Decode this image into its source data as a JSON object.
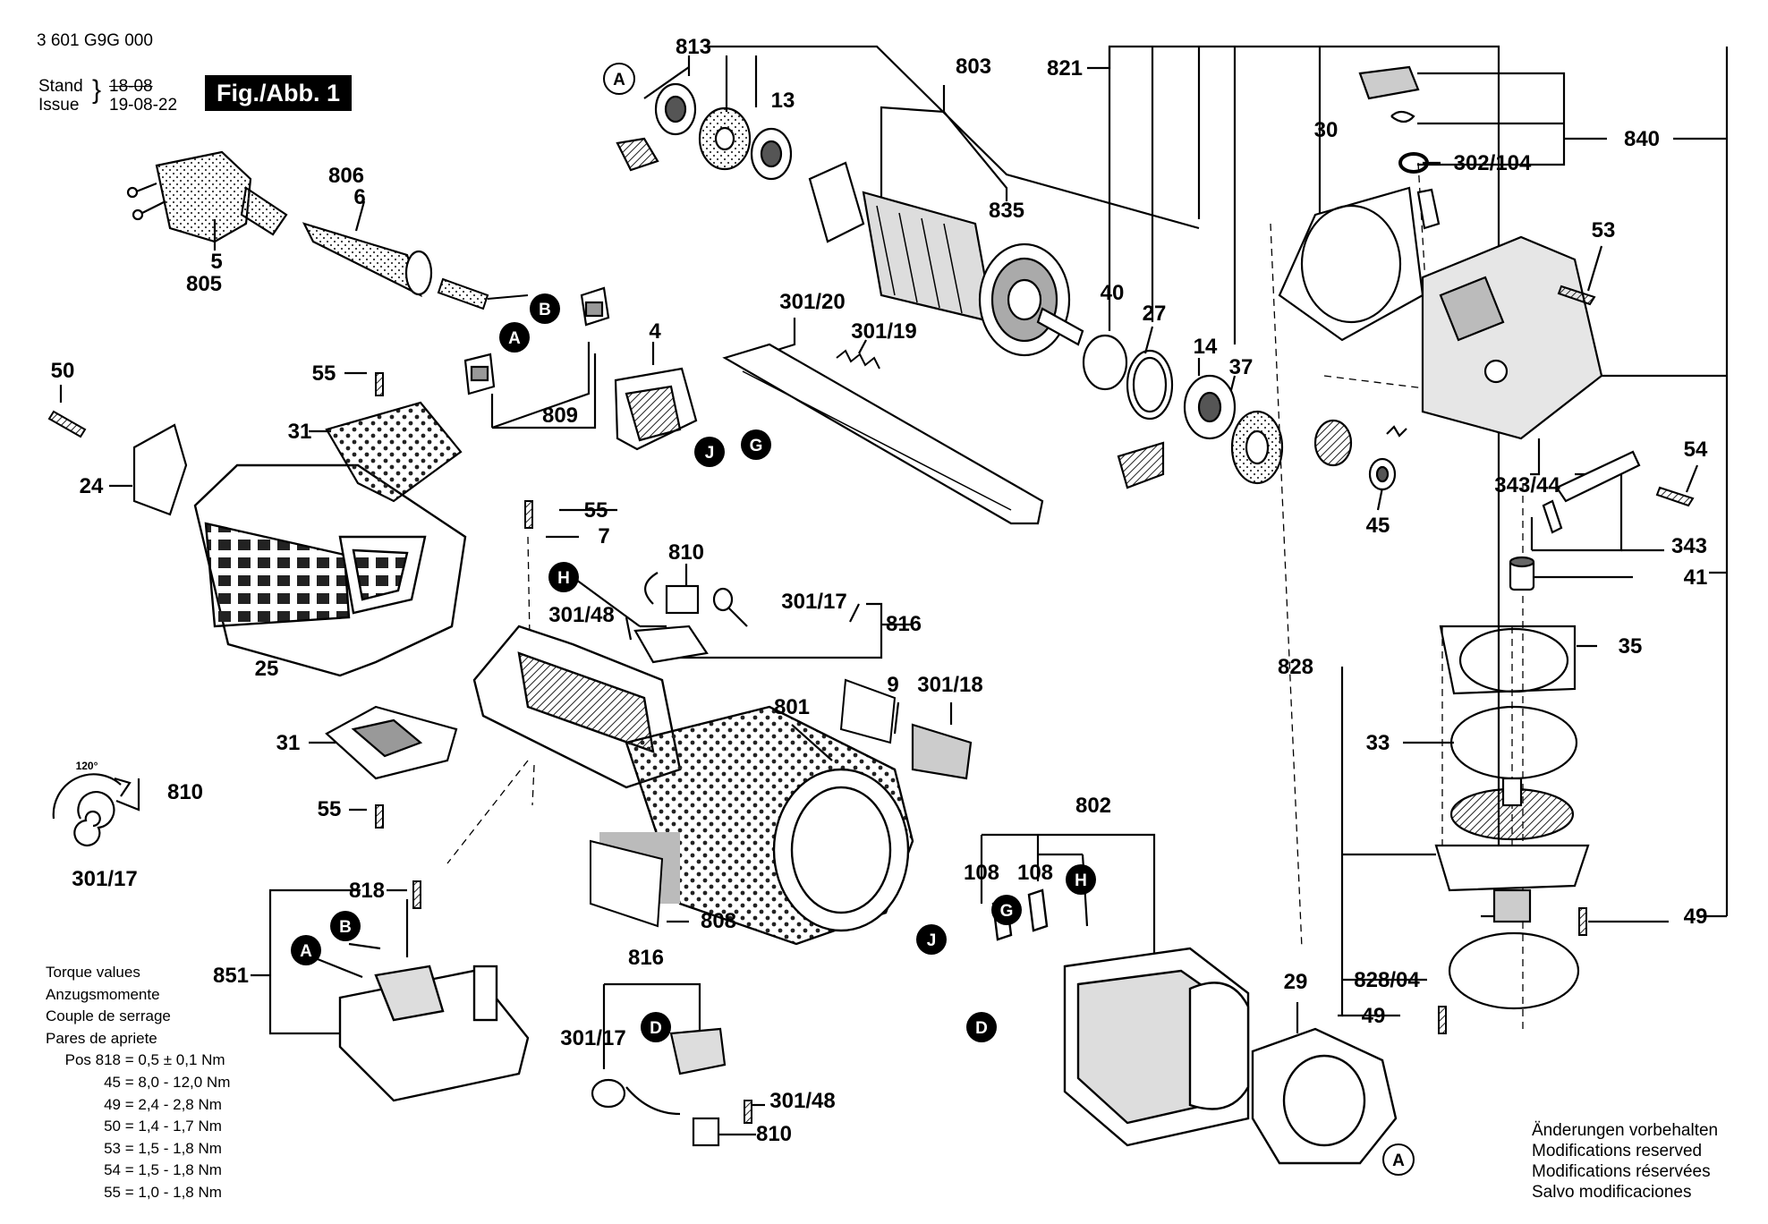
{
  "header": {
    "part_number": "3 601 G9G 000",
    "stand_label": "Stand",
    "issue_label": "Issue",
    "stand_date": "18-08",
    "issue_date": "19-08-22",
    "figure_title": "Fig./Abb. 1"
  },
  "torque": {
    "title_lines": [
      "Torque values",
      "Anzugsmomente",
      "Couple de serrage",
      "Pares de apriete"
    ],
    "rows": [
      {
        "pos": "Pos 818",
        "value": "0,5 ± 0,1 Nm"
      },
      {
        "pos": "45",
        "value": "8,0 - 12,0 Nm"
      },
      {
        "pos": "49",
        "value": "2,4 - 2,8 Nm"
      },
      {
        "pos": "50",
        "value": "1,4 - 1,7 Nm"
      },
      {
        "pos": "53",
        "value": "1,5 - 1,8 Nm"
      },
      {
        "pos": "54",
        "value": "1,5 - 1,8 Nm"
      },
      {
        "pos": "55",
        "value": "1,0 - 1,8 Nm"
      }
    ]
  },
  "notice_lines": [
    "Änderungen vorbehalten",
    "Modifications reserved",
    "Modifications réservées",
    "Salvo modificaciones"
  ],
  "angle_label": "120°",
  "part_labels": {
    "p813": "813",
    "p803": "803",
    "p821": "821",
    "p840": "840",
    "p13": "13",
    "p806": "806",
    "p6": "6",
    "p5": "5",
    "p805": "805",
    "p835": "835",
    "p30": "30",
    "p302_104": "302/104",
    "p53": "53",
    "p40": "40",
    "p27": "27",
    "p14": "14",
    "p37": "37",
    "p301_20": "301/20",
    "p301_19": "301/19",
    "p4": "4",
    "p50": "50",
    "p55a": "55",
    "p31a": "31",
    "p24": "24",
    "p809": "809",
    "p54": "54",
    "p343_44": "343/44",
    "p45": "45",
    "p343": "343",
    "p41": "41",
    "p55b": "55",
    "p7": "7",
    "p810a": "810",
    "p301_17a": "301/17",
    "p816a": "816",
    "p301_48a": "301/48",
    "p25": "25",
    "p35": "35",
    "p828": "828",
    "p9": "9",
    "p301_18": "301/18",
    "p801": "801",
    "p33": "33",
    "p31b": "31",
    "p810b": "810",
    "p55c": "55",
    "p301_17b": "301/17",
    "p802": "802",
    "p108a": "108",
    "p108b": "108",
    "p818": "818",
    "p851": "851",
    "p808": "808",
    "p49a": "49",
    "p828_04": "828/04",
    "p816b": "816",
    "p29": "29",
    "p49b": "49",
    "p301_17c": "301/17",
    "p301_48b": "301/48",
    "p810c": "810"
  },
  "connector_markers": {
    "A1": "A",
    "B1": "B",
    "A2": "A",
    "G1": "G",
    "J1": "J",
    "H1": "H",
    "B2": "B",
    "A3": "A",
    "J2": "J",
    "G2": "G",
    "H2": "H",
    "D1": "D",
    "D2": "D",
    "A4": "A"
  }
}
